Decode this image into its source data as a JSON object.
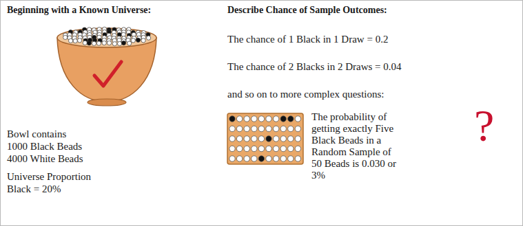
{
  "diagram": {
    "labels": [
      "Beginning with a Known Universe:",
      "Bowl contains 1000 Black Beads 4000 White Beads",
      "Universe Proportion Black = 20%",
      "Describe Chance of Sample Outcomes:",
      "The chance of 1 Black in 1 Draw = 0.2",
      "The chance of 2 Blacks in 2 Draws = 0.04",
      "and so on to more complex questions:",
      "The probability of getting exactly Five Black Beads in a Random Sample of 50 Beads is 0.030 or 3%",
      "?"
    ]
  }
}
